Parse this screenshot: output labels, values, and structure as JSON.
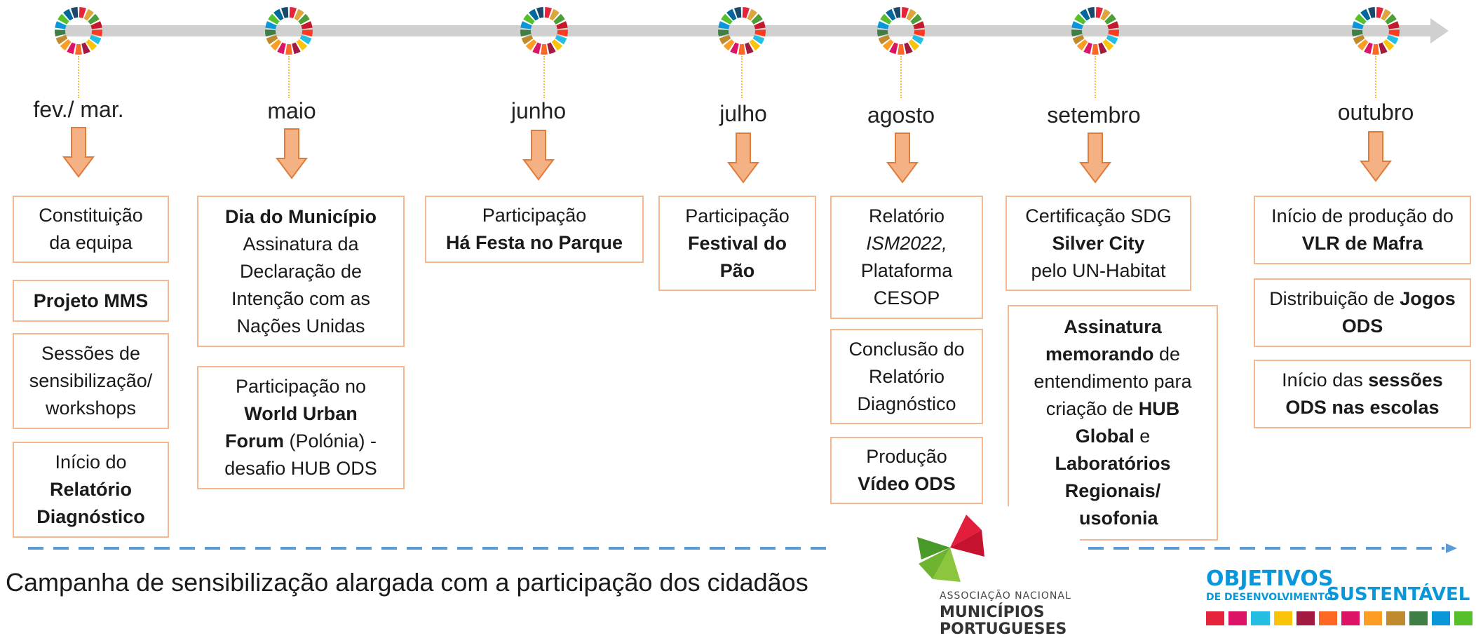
{
  "months": [
    "fev./ mar.",
    "maio",
    "junho",
    "julho",
    "agosto",
    "setembro",
    "outubro"
  ],
  "boxes": {
    "b1": [
      "Constituição",
      "da equipa"
    ],
    "b2": [
      "Projeto MMS"
    ],
    "b3": [
      "Sessões de",
      "sensibilização/",
      "workshops"
    ],
    "b4": [
      "Início do",
      "Relatório",
      "Diagnóstico"
    ],
    "b5": [
      "Dia do Município",
      "Assinatura da",
      "Declaração de",
      "Intenção com as",
      "Nações Unidas"
    ],
    "b6": [
      "Participação no",
      "World Urban",
      "Forum",
      " (Polónia) -",
      "desafio HUB ODS"
    ],
    "b7": [
      "Participação",
      "Há Festa no Parque"
    ],
    "b8": [
      "Participação",
      "Festival do",
      "Pão"
    ],
    "b9": [
      "Relatório",
      "ISM2022,",
      "Plataforma",
      "CESOP"
    ],
    "b10": [
      "Conclusão do",
      "Relatório",
      "Diagnóstico"
    ],
    "b11": [
      "Produção",
      "Vídeo ODS"
    ],
    "b12": [
      "Certificação SDG",
      "Silver City",
      "pelo UN-Habitat"
    ],
    "b13": [
      "Assinatura",
      "memorando",
      " de",
      "entendimento para",
      "criação de ",
      "HUB",
      "Global",
      " e",
      "Laboratórios",
      "Regionais/",
      "Lusofonia"
    ],
    "b14": [
      "Início de produção do",
      "VLR de Mafra"
    ],
    "b15": [
      "Distribuição de ",
      "Jogos",
      "ODS"
    ],
    "b16": [
      "Início das ",
      "sessões",
      "ODS nas escolas"
    ]
  },
  "campaign": "Campanha de sensibilização alargada com a participação dos cidadãos",
  "logo_anmp": {
    "line1": "ASSOCIAÇÃO NACIONAL",
    "line2": "MUNICÍPIOS",
    "line3": "PORTUGUESES"
  },
  "logo_ods": {
    "word1": "OBJETIVOS",
    "word2": "DE DESENVOLVIMENTO",
    "word3": "SUSTENTÁVEL"
  },
  "colors": {
    "timeline": "#d0d0d0",
    "box_border": "#f3b890",
    "arrow_fill": "#f4b183",
    "arrow_stroke": "#e07b39",
    "dashed": "#5b9bd5",
    "sdg": [
      "#e5243b",
      "#dda63a",
      "#4c9f38",
      "#c5192d",
      "#ff3a21",
      "#26bde2",
      "#fcc30b",
      "#a21942",
      "#fd6925",
      "#dd1367",
      "#fd9d24",
      "#bf8b2e",
      "#3f7e44",
      "#0a97d9",
      "#56c02b",
      "#00689d",
      "#19486a"
    ]
  }
}
